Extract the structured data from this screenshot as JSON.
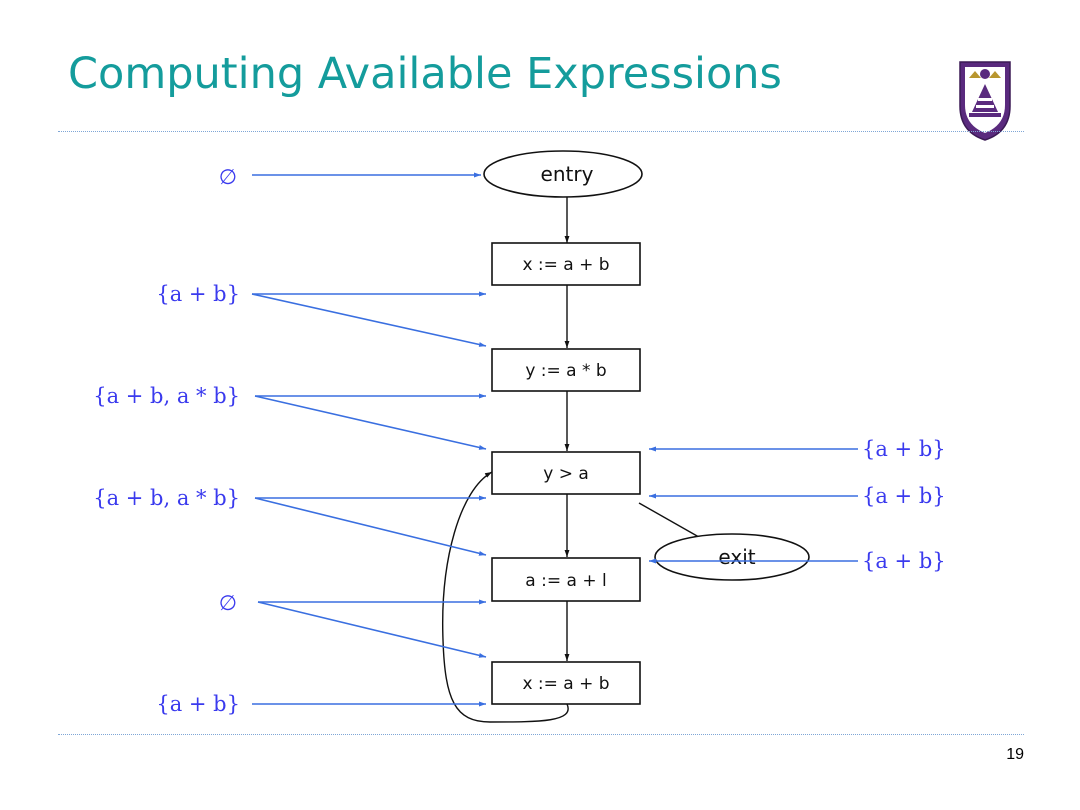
{
  "title": "Computing Available Expressions",
  "page_number": "19",
  "logo": {
    "icon": "university-seal-icon",
    "colors": {
      "shield": "#5a2a7e",
      "accent": "#b8962e"
    }
  },
  "colors": {
    "title": "#149c9c",
    "annotation": "#3a6fe0",
    "annotation_text": "#3a3aee",
    "node": "#111111"
  },
  "diagram": {
    "nodes": {
      "entry": "entry",
      "x_assign_1": "x := a + b",
      "y_assign": "y := a * b",
      "cond": "y > a",
      "exit": "exit",
      "a_assign": "a := a + l",
      "x_assign_2": "x := a + b"
    },
    "left_sets": [
      "∅",
      "{a + b}",
      "{a + b, a * b}",
      "{a + b, a * b}",
      "∅",
      "{a + b}"
    ],
    "right_sets": [
      "{a + b}",
      "{a + b}",
      "{a + b}"
    ]
  }
}
